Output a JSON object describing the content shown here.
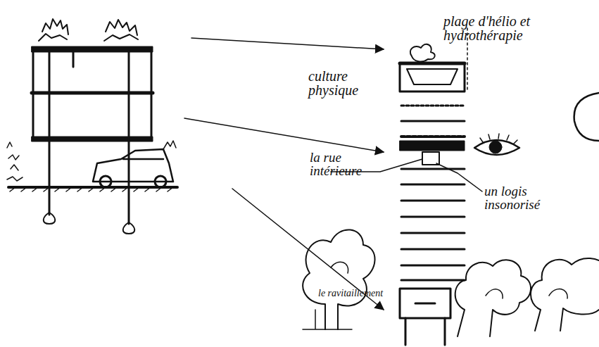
{
  "diagram": {
    "labels": [
      "plage d'hélio et hydrothérapie",
      "culture physique",
      "la rue intérieure",
      "un logis insonorisé",
      "le ravitaillement"
    ]
  }
}
